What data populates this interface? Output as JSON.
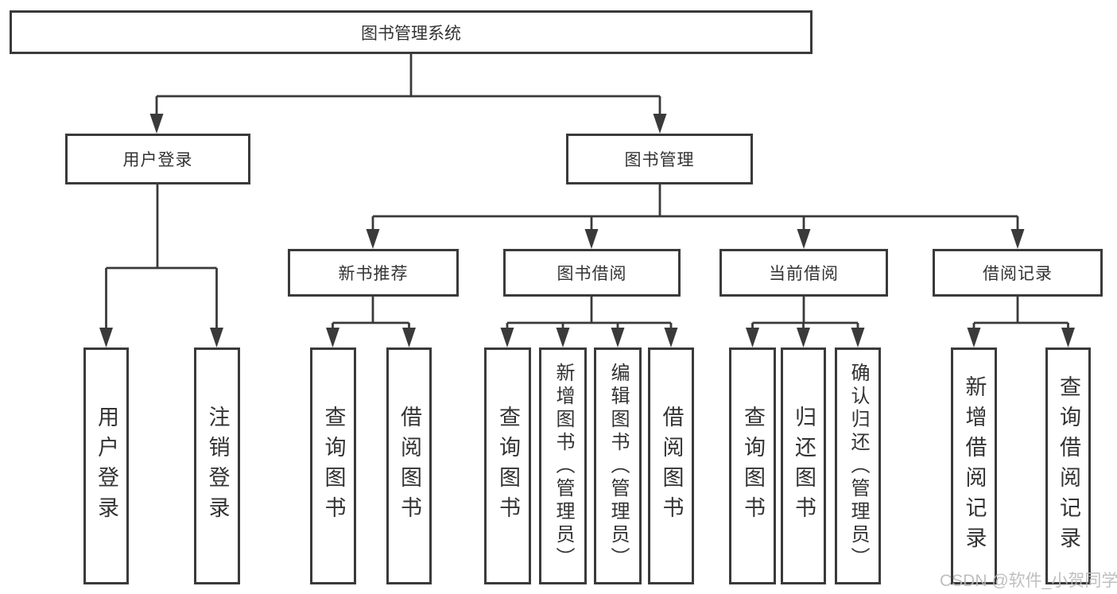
{
  "diagram": {
    "root": {
      "label": "图书管理系统"
    },
    "level2": [
      {
        "label": "用户登录"
      },
      {
        "label": "图书管理"
      }
    ],
    "level3": [
      {
        "label": "新书推荐"
      },
      {
        "label": "图书借阅"
      },
      {
        "label": "当前借阅"
      },
      {
        "label": "借阅记录"
      }
    ],
    "leaves": {
      "user_login": [
        {
          "label": "用户登录"
        },
        {
          "label": "注销登录"
        }
      ],
      "new_books": [
        {
          "label": "查询图书"
        },
        {
          "label": "借阅图书"
        }
      ],
      "book_borrow": [
        {
          "label": "查询图书"
        },
        {
          "label": "新增图书（管理员）"
        },
        {
          "label": "编辑图书（管理员）"
        },
        {
          "label": "借阅图书"
        }
      ],
      "current_borrow": [
        {
          "label": "查询图书"
        },
        {
          "label": "归还图书"
        },
        {
          "label": "确认归还（管理员）"
        }
      ],
      "borrow_records": [
        {
          "label": "新增借阅记录"
        },
        {
          "label": "查询借阅记录"
        }
      ]
    },
    "watermark": "CSDN @软件_小贺同学",
    "colors": {
      "line": "#3a3a3a",
      "text": "#333333",
      "watermark": "#b9b9b9"
    }
  }
}
